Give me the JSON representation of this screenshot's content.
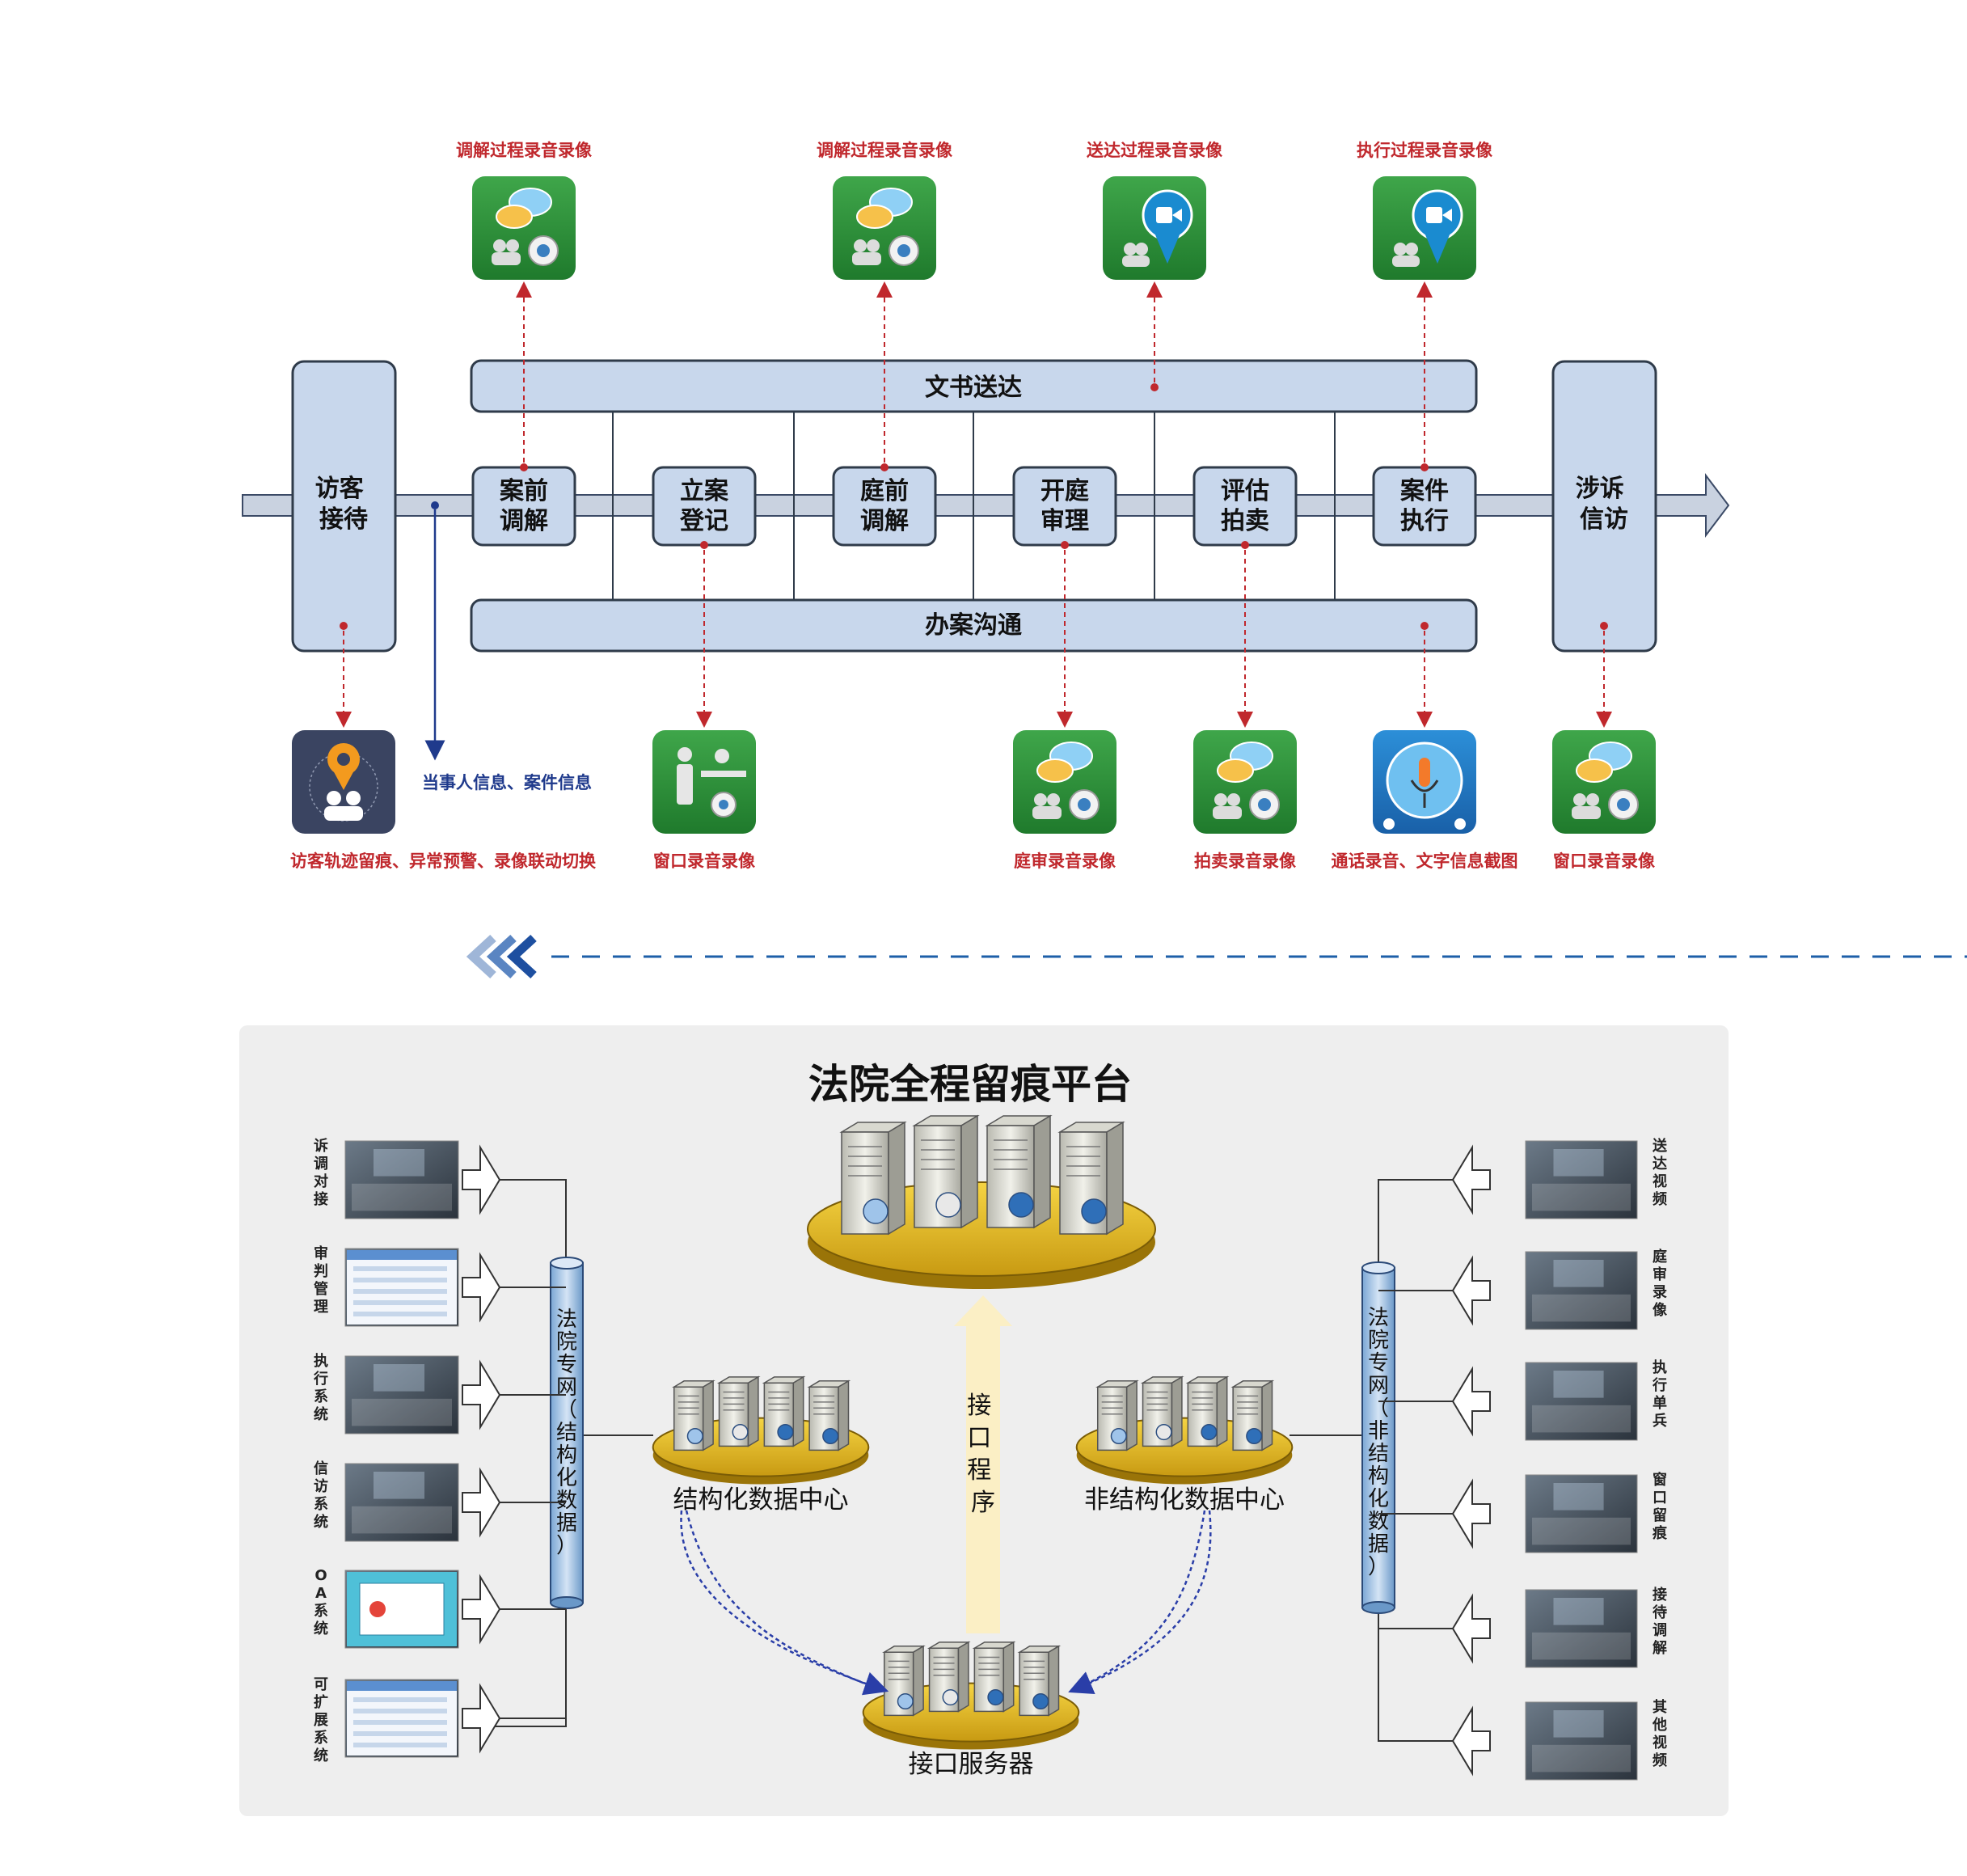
{
  "colors": {
    "box_fill": "#c8d7ec",
    "box_stroke": "#2f3b4a",
    "red_label": "#c0282d",
    "blue_label": "#1f3a8c",
    "icon_green": "#2e8b3a",
    "panel_bg": "#eeeeee",
    "arrow_navy": "#1d5fa8",
    "yellow_arrow": "#fbefc5"
  },
  "process": {
    "left_box": "访客\n接待",
    "right_box": "涉诉\n信访",
    "top_bar": "文书送达",
    "bottom_bar": "办案沟通",
    "stages": [
      {
        "label": "案前\n调解"
      },
      {
        "label": "立案\n登记"
      },
      {
        "label": "庭前\n调解"
      },
      {
        "label": "开庭\n审理"
      },
      {
        "label": "评估\n拍卖"
      },
      {
        "label": "案件\n执行"
      }
    ],
    "top_icons": [
      {
        "label": "调解过程录音录像",
        "icon": "chat-camera-icon"
      },
      {
        "label": "调解过程录音录像",
        "icon": "chat-camera-icon"
      },
      {
        "label": "送达过程录音录像",
        "icon": "video-location-icon"
      },
      {
        "label": "执行过程录音录像",
        "icon": "video-location-icon"
      }
    ],
    "bottom_icons": [
      {
        "label": "访客轨迹留痕、异常预警、录像联动切换",
        "icon": "visitor-location-icon"
      },
      {
        "label": "窗口录音录像",
        "icon": "window-desk-icon"
      },
      {
        "label": "庭审录音录像",
        "icon": "chat-camera-icon"
      },
      {
        "label": "拍卖录音录像",
        "icon": "chat-camera-icon"
      },
      {
        "label": "通话录音、文字信息截图",
        "icon": "microphone-call-icon"
      },
      {
        "label": "窗口录音录像",
        "icon": "chat-camera-icon"
      }
    ],
    "party_info": "当事人信息、案件信息"
  },
  "platform": {
    "title": "法院全程留痕平台",
    "interface_program": "接\n口\n程\n序",
    "structured_center": "结构化数据中心",
    "unstructured_center": "非结构化数据中心",
    "interface_server": "接口服务器",
    "left_pipe": "法\n院\n专\n网\n（\n结\n构\n化\n数\n据\n）",
    "right_pipe": "法\n院\n专\n网\n（\n非\n结\n构\n化\n数\n据\n）",
    "left_systems": [
      {
        "label": "诉\n调\n对\n接",
        "icon": "video-conference-photo"
      },
      {
        "label": "审\n判\n管\n理",
        "icon": "software-screenshot"
      },
      {
        "label": "执\n行\n系\n统",
        "icon": "police-vehicle-photo"
      },
      {
        "label": "信\n访\n系\n统",
        "icon": "office-hall-photo"
      },
      {
        "label": "O\nA\n系\n统",
        "icon": "oa-login-screenshot"
      },
      {
        "label": "可\n扩\n展\n系\n统",
        "icon": "web-portal-screenshot"
      }
    ],
    "right_systems": [
      {
        "label": "送\n达\n视\n频",
        "icon": "delivery-photo"
      },
      {
        "label": "庭\n审\n录\n像",
        "icon": "courtroom-photo"
      },
      {
        "label": "执\n行\n单\n兵",
        "icon": "field-device-photo"
      },
      {
        "label": "窗\n口\n留\n痕",
        "icon": "service-window-photo"
      },
      {
        "label": "接\n待\n调\n解",
        "icon": "mediation-photo"
      },
      {
        "label": "其\n他\n视\n频",
        "icon": "video-wall-photo"
      }
    ]
  }
}
